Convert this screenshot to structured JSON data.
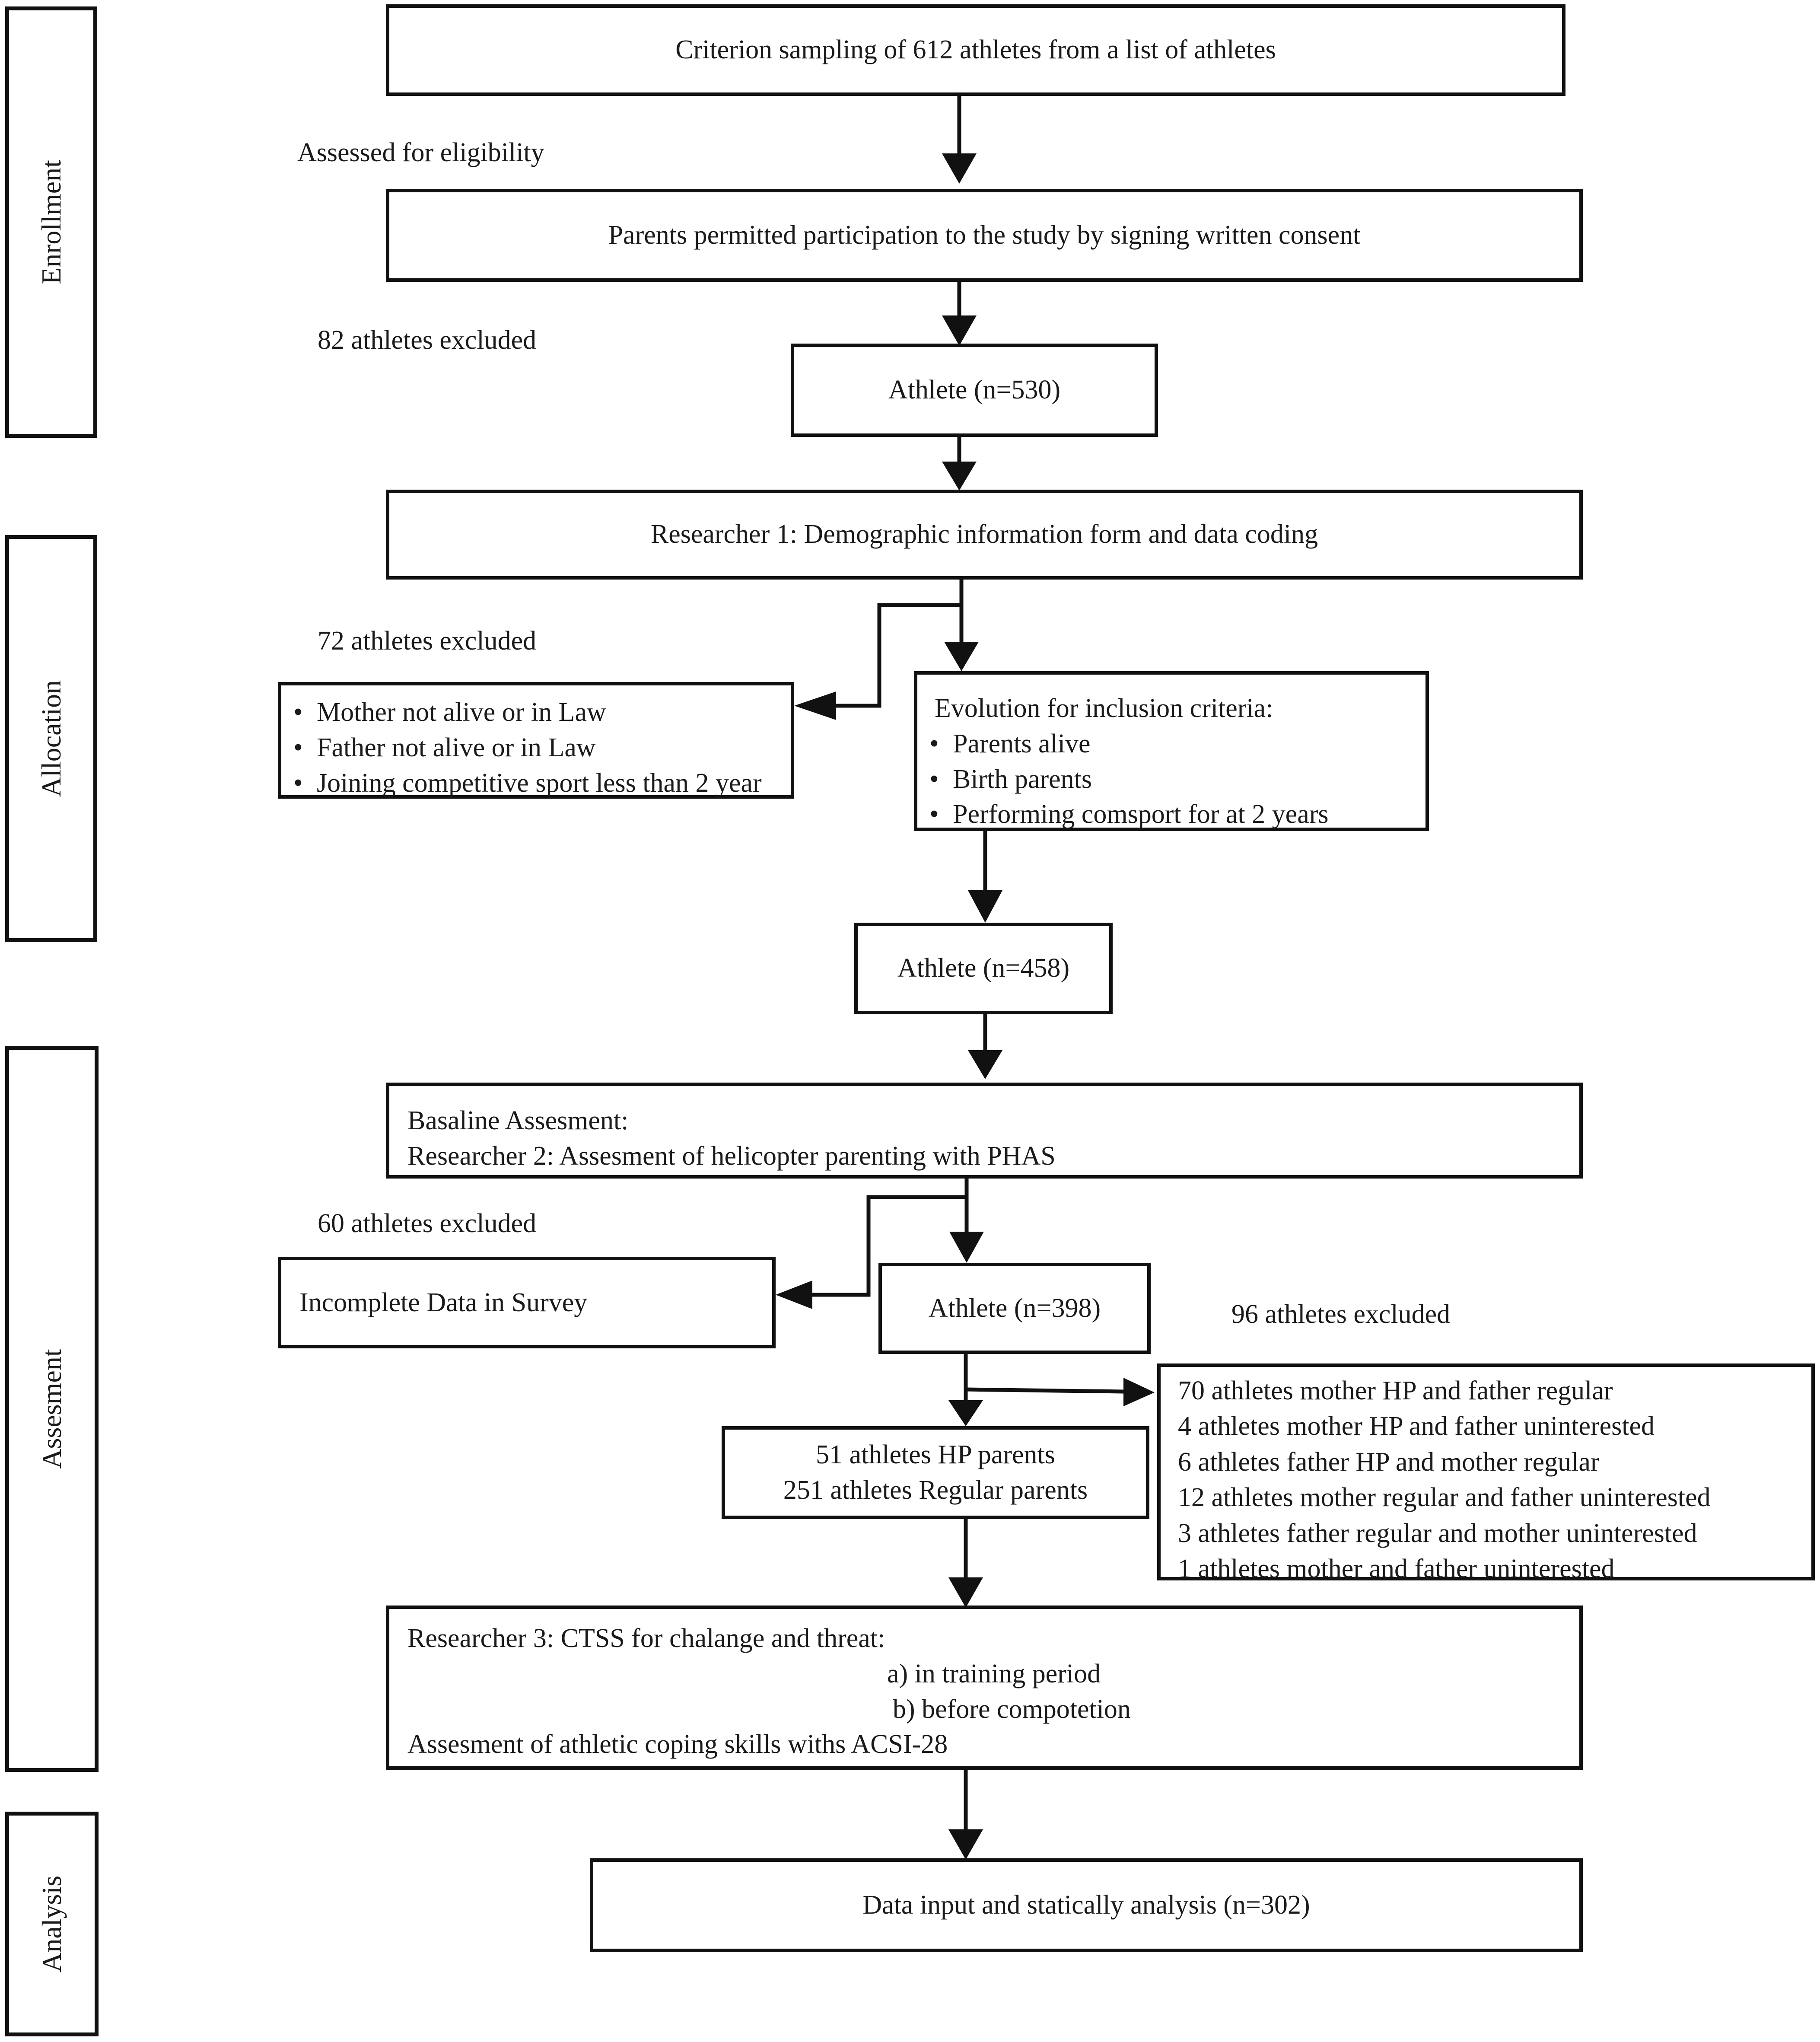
{
  "phases": {
    "enrollment": "Enrollment",
    "allocation": "Allocation",
    "assessment": "Assesment",
    "analysis": "Analysis"
  },
  "boxes": {
    "sampling": "Criterion sampling of 612 athletes from a list of athletes",
    "consent": "Parents permitted participation to the study by signing written consent",
    "athlete_530": "Athlete (n=530)",
    "researcher1": "Researcher 1: Demographic information form and data coding",
    "exclusion_72": [
      "Mother not alive or in Law",
      "Father not alive or in Law",
      "Joining competitive sport less than 2 year"
    ],
    "inclusion": {
      "title": "Evolution for inclusion criteria:",
      "items": [
        "Parents alive",
        "Birth parents",
        "Performing comsport for at  2 years"
      ]
    },
    "athlete_458": "Athlete (n=458)",
    "baseline": {
      "line1": "Basaline Assesment:",
      "line2": "Researcher 2: Assesment of helicopter parenting with PHAS"
    },
    "incomplete": "Incomplete Data in Survey",
    "athlete_398": "Athlete (n=398)",
    "groups": {
      "line1": "51 athletes HP parents",
      "line2": "251 athletes Regular parents"
    },
    "exclusion_96": [
      "70 athletes mother HP and father regular",
      "4 athletes mother HP and father uninterested",
      "6 athletes father HP and mother regular",
      "12 athletes mother regular and father uninterested",
      "3 athletes father regular and mother uninterested",
      "1 athletes mother and father uninterested"
    ],
    "researcher3": {
      "line1": "Researcher 3: CTSS for chalange and threat:",
      "line2": "a) in training period",
      "line3": "b) before compotetion",
      "line4": "Assesment of athletic coping skills withs ACSI-28"
    },
    "analysis": "Data input and statically analysis (n=302)"
  },
  "labels": {
    "assessed": "Assessed for eligibility",
    "excluded_82": "82 athletes excluded",
    "excluded_72": "72 athletes excluded",
    "excluded_60": "60 athletes excluded",
    "excluded_96": "96 athletes excluded"
  }
}
